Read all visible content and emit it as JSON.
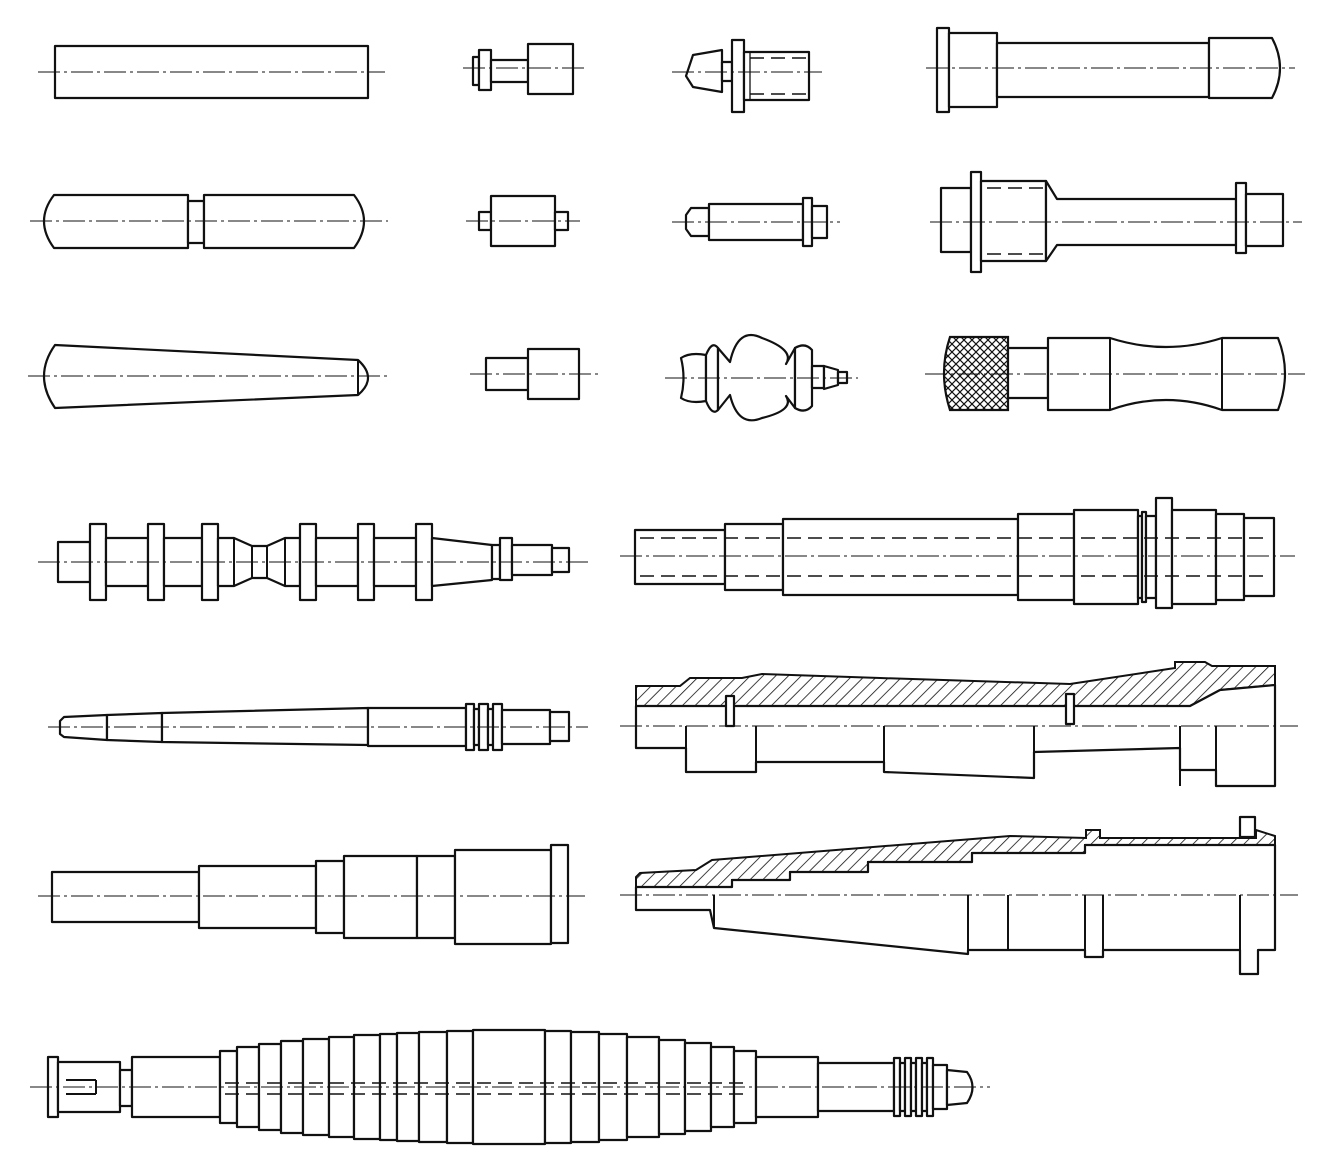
{
  "title": "",
  "colors": {
    "line": "#111111",
    "background": "#ffffff"
  },
  "parts": [
    {
      "name": "plain-cylindrical-pin",
      "row": 1
    },
    {
      "name": "small-stepped-pin",
      "row": 1
    },
    {
      "name": "threaded-stud-with-collar",
      "row": 1
    },
    {
      "name": "headed-pin-with-rounded-end",
      "row": 1
    },
    {
      "name": "double-rounded-pin",
      "row": 2
    },
    {
      "name": "stepped-bush-pin",
      "row": 2
    },
    {
      "name": "collared-needle-pin",
      "row": 2
    },
    {
      "name": "flanged-stepped-shaft",
      "row": 2
    },
    {
      "name": "tapered-handle",
      "row": 3
    },
    {
      "name": "two-step-pin",
      "row": 3
    },
    {
      "name": "turned-ornament",
      "row": 3
    },
    {
      "name": "knurled-grip-handle",
      "row": 3
    },
    {
      "name": "multi-collar-spindle",
      "row": 4
    },
    {
      "name": "hollow-grooved-shaft",
      "row": 4
    },
    {
      "name": "long-tapered-spindle",
      "row": 5
    },
    {
      "name": "bored-hub-section",
      "row": 5
    },
    {
      "name": "multi-step-shaft-with-flange",
      "row": 6
    },
    {
      "name": "tapered-bore-flanged-sleeve",
      "row": 6
    },
    {
      "name": "long-stepped-rotor-shaft",
      "row": 7
    }
  ]
}
